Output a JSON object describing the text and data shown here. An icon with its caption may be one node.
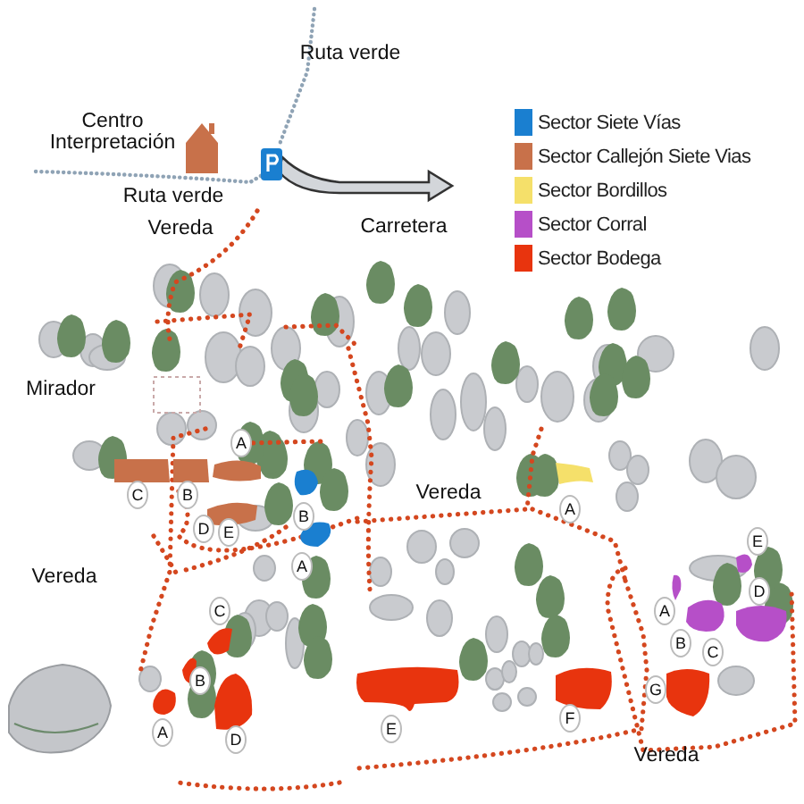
{
  "diagram": {
    "labels": [
      "Ruta verde",
      "Centro Interpretación",
      "Ruta verde",
      "Vereda",
      "Carretera",
      "Mirador",
      "A",
      "A",
      "C",
      "B",
      "Vereda",
      "B",
      "D",
      "E",
      "Vereda",
      "A",
      "E",
      "D",
      "C",
      "A",
      "B",
      "B",
      "C",
      "A",
      "D",
      "E",
      "F",
      "G",
      "Vereda"
    ],
    "legend": [
      {
        "text": "Sector Siete Vías",
        "color": "#1a7fd0"
      },
      {
        "text": "Sector Callejón Siete Vias",
        "color": "#c8714a"
      },
      {
        "text": "Sector Bordillos",
        "color": "#f5e06a"
      },
      {
        "text": "Sector Corral",
        "color": "#b64fc8"
      },
      {
        "text": "Sector Bodega",
        "color": "#e8340e"
      }
    ]
  }
}
